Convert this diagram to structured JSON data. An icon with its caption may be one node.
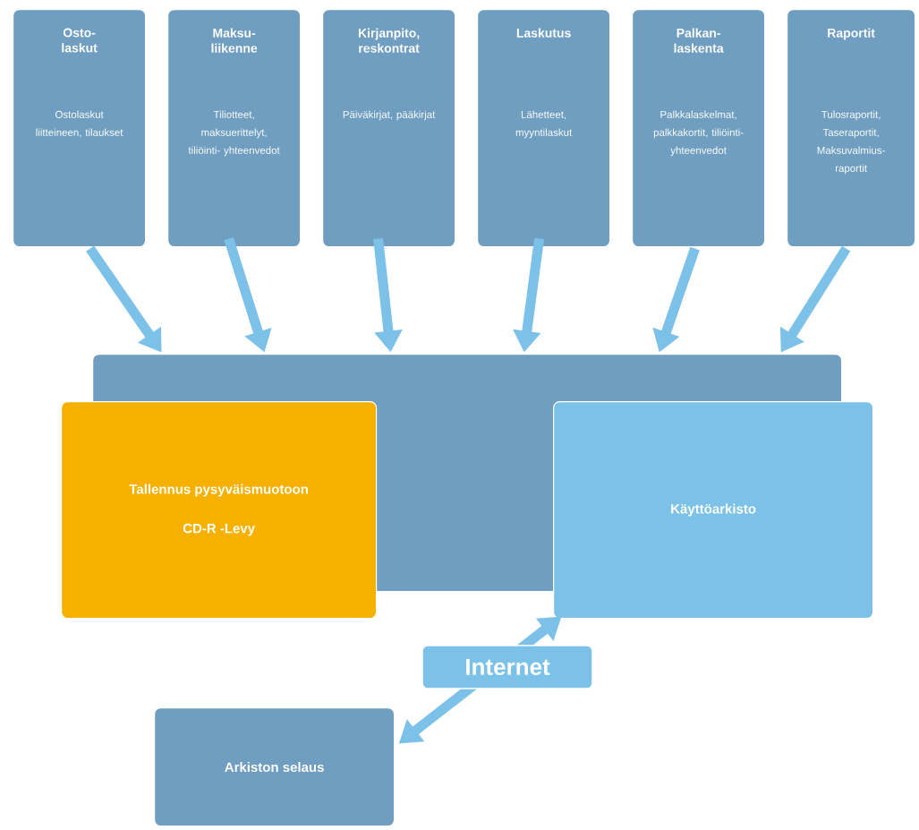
{
  "diagram": {
    "nodes": [
      {
        "text": [
          "Osto- laskut",
          "Ostolaskut liitteineen, tilaukset"
        ]
      },
      {
        "text": [
          "Maksu- liikenne",
          "Tiliotteet, maksuerittelyt, tiliöinti- yhteenvedot"
        ]
      },
      {
        "text": [
          "Kirjanpito, reskontrat",
          "Päiväkirjat, pääkirjat"
        ]
      },
      {
        "text": [
          "Laskutus",
          "Lähetteet, myyntilaskut"
        ]
      },
      {
        "text": [
          "Palkan- laskenta",
          "Palkkalaskelmat, palkkakortit, tiliöinti- yhteenvedot"
        ]
      },
      {
        "text": [
          "Raportit",
          "Tulosraportit, Taseraportit, Maksuvalmius- raportit"
        ]
      },
      {
        "text": [],
        "shape": "box"
      },
      {
        "text": [
          "Tallennus pysyväismuotoon",
          "CD-R -Levy"
        ]
      },
      {
        "text": [
          "Käyttöarkisto"
        ]
      },
      {
        "text": [
          "Arkiston selaus"
        ]
      }
    ],
    "edges": [
      {
        "from": 0,
        "to": 6,
        "arrow": "to"
      },
      {
        "from": 1,
        "to": 6,
        "arrow": "to"
      },
      {
        "from": 2,
        "to": 6,
        "arrow": "to"
      },
      {
        "from": 3,
        "to": 6,
        "arrow": "to"
      },
      {
        "from": 4,
        "to": 6,
        "arrow": "to"
      },
      {
        "from": 5,
        "to": 6,
        "arrow": "to"
      },
      {
        "from": 9,
        "to": 8,
        "arrow": "both",
        "label": "Internet"
      }
    ]
  }
}
